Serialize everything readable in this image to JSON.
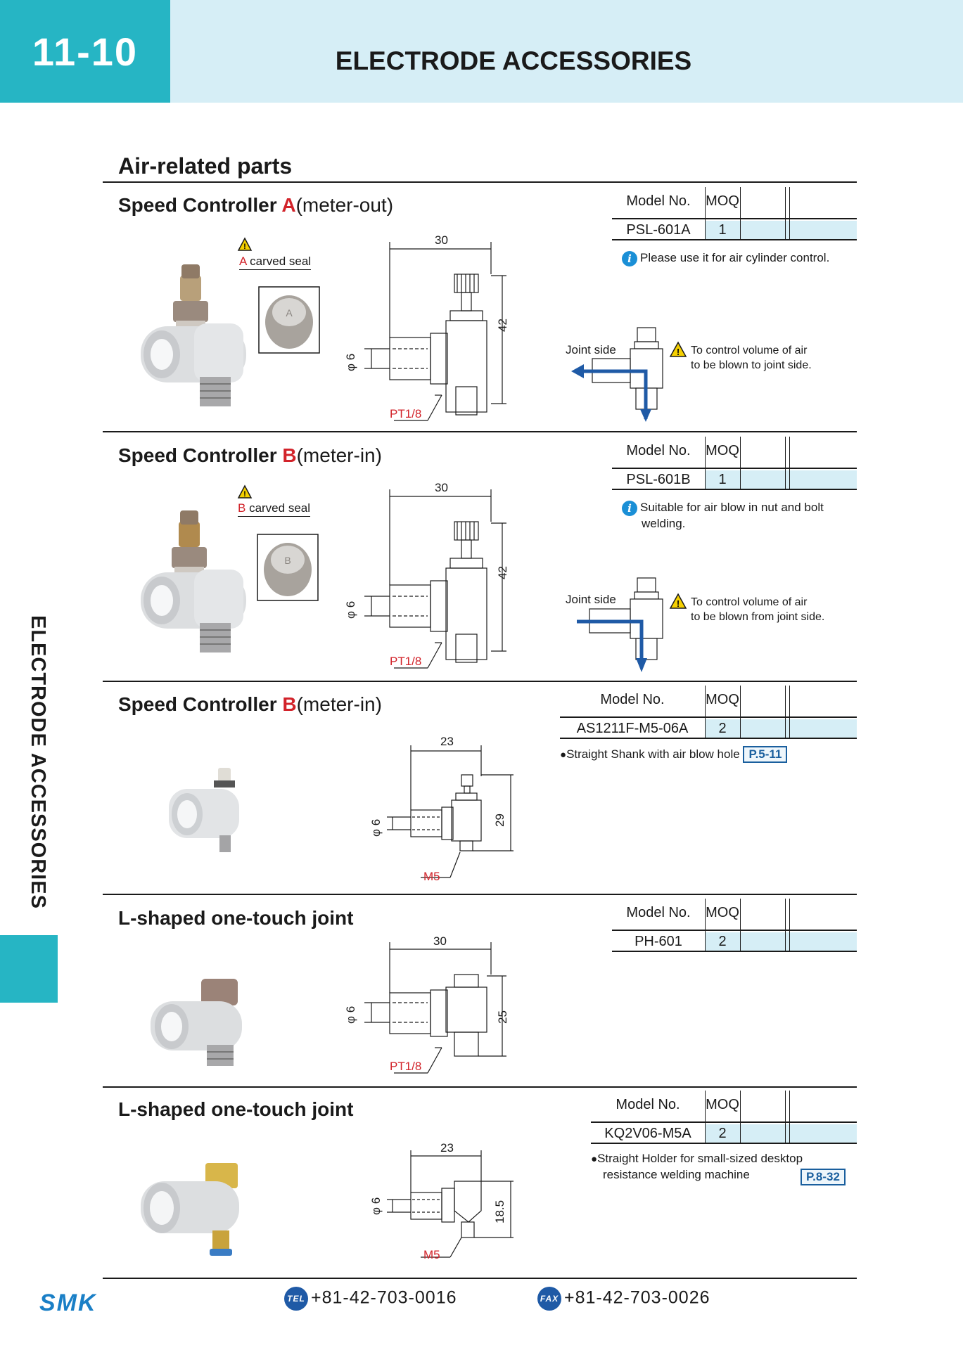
{
  "header": {
    "page_number": "11-10",
    "title": "ELECTRODE ACCESSORIES"
  },
  "side_tab": {
    "label": "ELECTRODE ACCESSORIES"
  },
  "section_title": "Air-related parts",
  "table_headers": {
    "model": "Model No.",
    "moq": "MOQ"
  },
  "products": [
    {
      "title_main": "Speed Controller ",
      "title_suffix": "A",
      "title_paren": "(meter-out)",
      "model": "PSL-601A",
      "moq": "1",
      "note": "Please use it for air cylinder control.",
      "seal_letter": "A",
      "seal_text": " carved seal",
      "dims": {
        "width": "30",
        "height": "42",
        "dia": "φ 6",
        "thread": "PT1/8"
      },
      "joint_side": "Joint side",
      "warning_line1": "To control volume of air",
      "warning_line2": "to be blown to joint side."
    },
    {
      "title_main": "Speed Controller ",
      "title_suffix": "B",
      "title_paren": "(meter-in)",
      "model": "PSL-601B",
      "moq": "1",
      "note_line1": "Suitable for air blow in nut and bolt",
      "note_line2": "welding.",
      "seal_letter": "B",
      "seal_text": " carved seal",
      "dims": {
        "width": "30",
        "height": "42",
        "dia": "φ 6",
        "thread": "PT1/8"
      },
      "joint_side": "Joint side",
      "warning_line1": "To control volume of air",
      "warning_line2": "to be blown from joint side."
    },
    {
      "title_main": "Speed Controller ",
      "title_suffix": "B",
      "title_paren": "(meter-in)",
      "model": "AS1211F-M5-06A",
      "moq": "2",
      "note": "Straight Shank with air blow hole",
      "page_ref": "P.5-11",
      "dims": {
        "width": "23",
        "height": "29",
        "dia": "φ 6",
        "thread": "M5"
      }
    },
    {
      "title_main": "L-shaped one-touch joint",
      "model": "PH-601",
      "moq": "2",
      "dims": {
        "width": "30",
        "height": "25",
        "dia": "φ 6",
        "thread": "PT1/8"
      }
    },
    {
      "title_main": "L-shaped one-touch joint",
      "model": "KQ2V06-M5A",
      "moq": "2",
      "note_line1": "Straight Holder for small-sized desktop",
      "note_line2": "resistance welding machine",
      "page_ref": "P.8-32",
      "dims": {
        "width": "23",
        "height": "18.5",
        "dia": "φ 6",
        "thread": "M5"
      }
    }
  ],
  "footer": {
    "logo": "SMK",
    "tel_badge": "TEL",
    "tel": "+81-42-703-0016",
    "fax_badge": "FAX",
    "fax": "+81-42-703-0026"
  },
  "colors": {
    "accent_teal": "#26b5c4",
    "band_light": "#d6eef6",
    "red": "#d2232a",
    "arrow_blue": "#1f5aa6"
  }
}
